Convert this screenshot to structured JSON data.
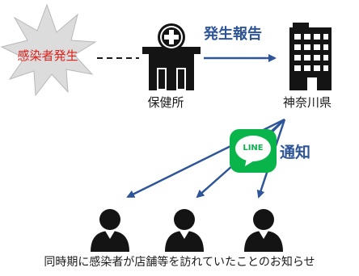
{
  "diagram": {
    "burst_label": "感染者発生",
    "report_label": "発生報告",
    "health_center_label": "保健所",
    "prefecture_label": "神奈川県",
    "notify_label": "通知",
    "line_app_label": "LINE",
    "caption": "同時期に感染者が店舗等を訪れていたことのお知らせ"
  },
  "colors": {
    "burst_text": "#e0201b",
    "accent_blue": "#2e5597",
    "line_green": "#09b54a",
    "icon_black": "#141414"
  },
  "icons": {
    "burst": "explosion-burst-icon",
    "health_center": "health-center-building-icon",
    "prefecture": "office-building-icon",
    "line": "line-app-icon",
    "person": "person-icon"
  }
}
